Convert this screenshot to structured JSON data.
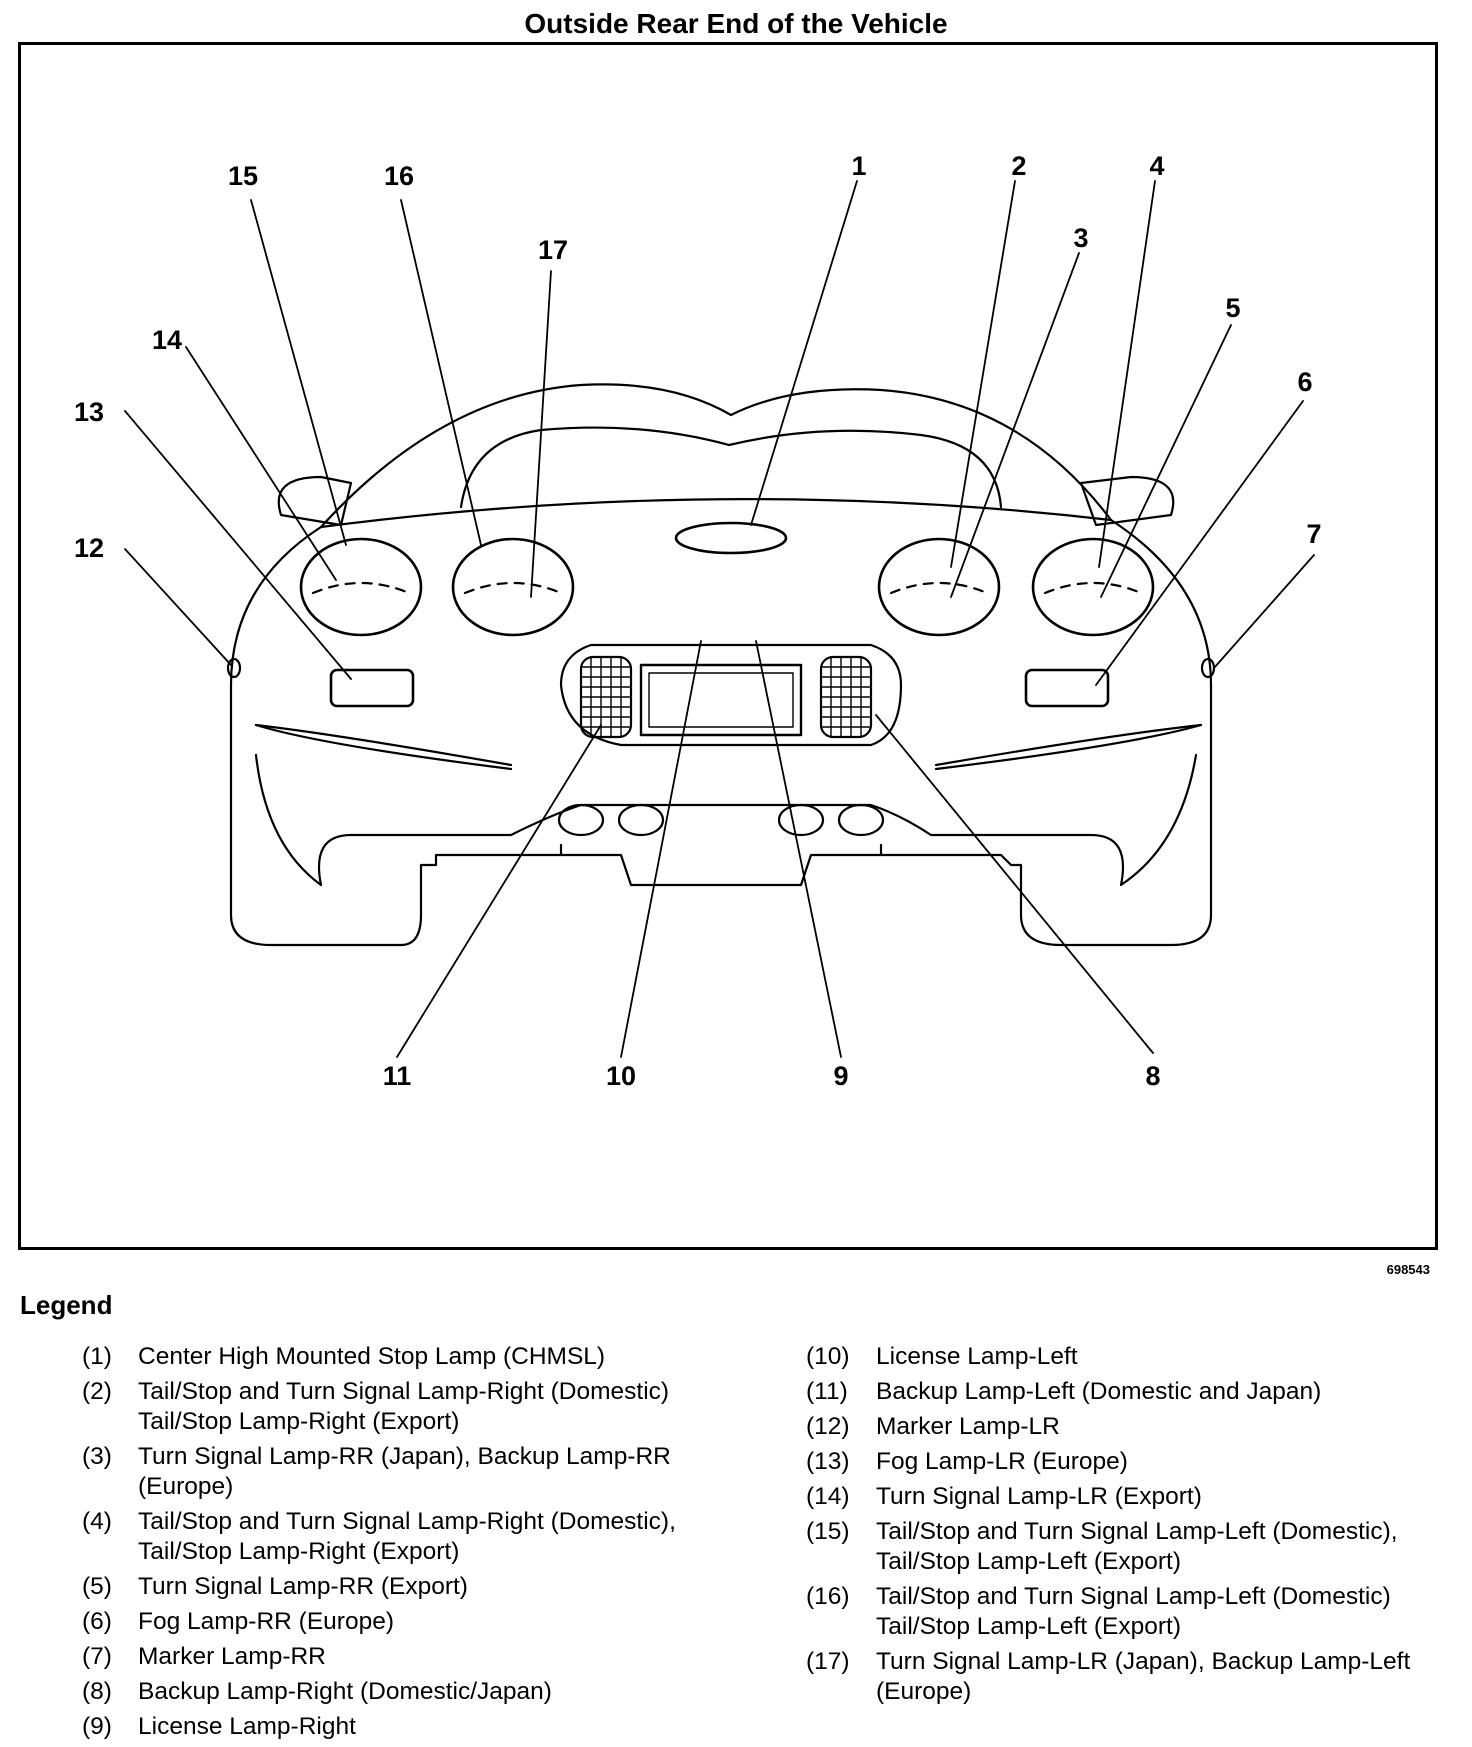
{
  "title": "Outside Rear End of the Vehicle",
  "figure_id": "698543",
  "legend": {
    "heading": "Legend",
    "left": [
      {
        "num": "(1)",
        "text": "Center High Mounted Stop Lamp (CHMSL)"
      },
      {
        "num": "(2)",
        "text": "Tail/Stop and Turn Signal Lamp-Right (Domestic) Tail/Stop Lamp-Right (Export)"
      },
      {
        "num": "(3)",
        "text": "Turn Signal Lamp-RR (Japan), Backup Lamp-RR (Europe)"
      },
      {
        "num": "(4)",
        "text": "Tail/Stop and Turn Signal Lamp-Right (Domestic), Tail/Stop Lamp-Right (Export)"
      },
      {
        "num": "(5)",
        "text": "Turn Signal Lamp-RR (Export)"
      },
      {
        "num": "(6)",
        "text": "Fog Lamp-RR (Europe)"
      },
      {
        "num": "(7)",
        "text": "Marker Lamp-RR"
      },
      {
        "num": "(8)",
        "text": "Backup Lamp-Right (Domestic/Japan)"
      },
      {
        "num": "(9)",
        "text": "License Lamp-Right"
      }
    ],
    "right": [
      {
        "num": "(10)",
        "text": "License Lamp-Left"
      },
      {
        "num": "(11)",
        "text": "Backup Lamp-Left (Domestic and Japan)"
      },
      {
        "num": "(12)",
        "text": "Marker Lamp-LR"
      },
      {
        "num": "(13)",
        "text": "Fog Lamp-LR (Europe)"
      },
      {
        "num": "(14)",
        "text": "Turn Signal Lamp-LR (Export)"
      },
      {
        "num": "(15)",
        "text": "Tail/Stop and Turn Signal Lamp-Left (Domestic), Tail/Stop Lamp-Left (Export)"
      },
      {
        "num": "(16)",
        "text": "Tail/Stop and Turn Signal Lamp-Left (Domestic) Tail/Stop Lamp-Left (Export)"
      },
      {
        "num": "(17)",
        "text": "Turn Signal Lamp-LR (Japan), Backup Lamp-Left (Europe)"
      }
    ]
  },
  "callouts": [
    "1",
    "2",
    "3",
    "4",
    "5",
    "6",
    "7",
    "8",
    "9",
    "10",
    "11",
    "12",
    "13",
    "14",
    "15",
    "16",
    "17"
  ]
}
